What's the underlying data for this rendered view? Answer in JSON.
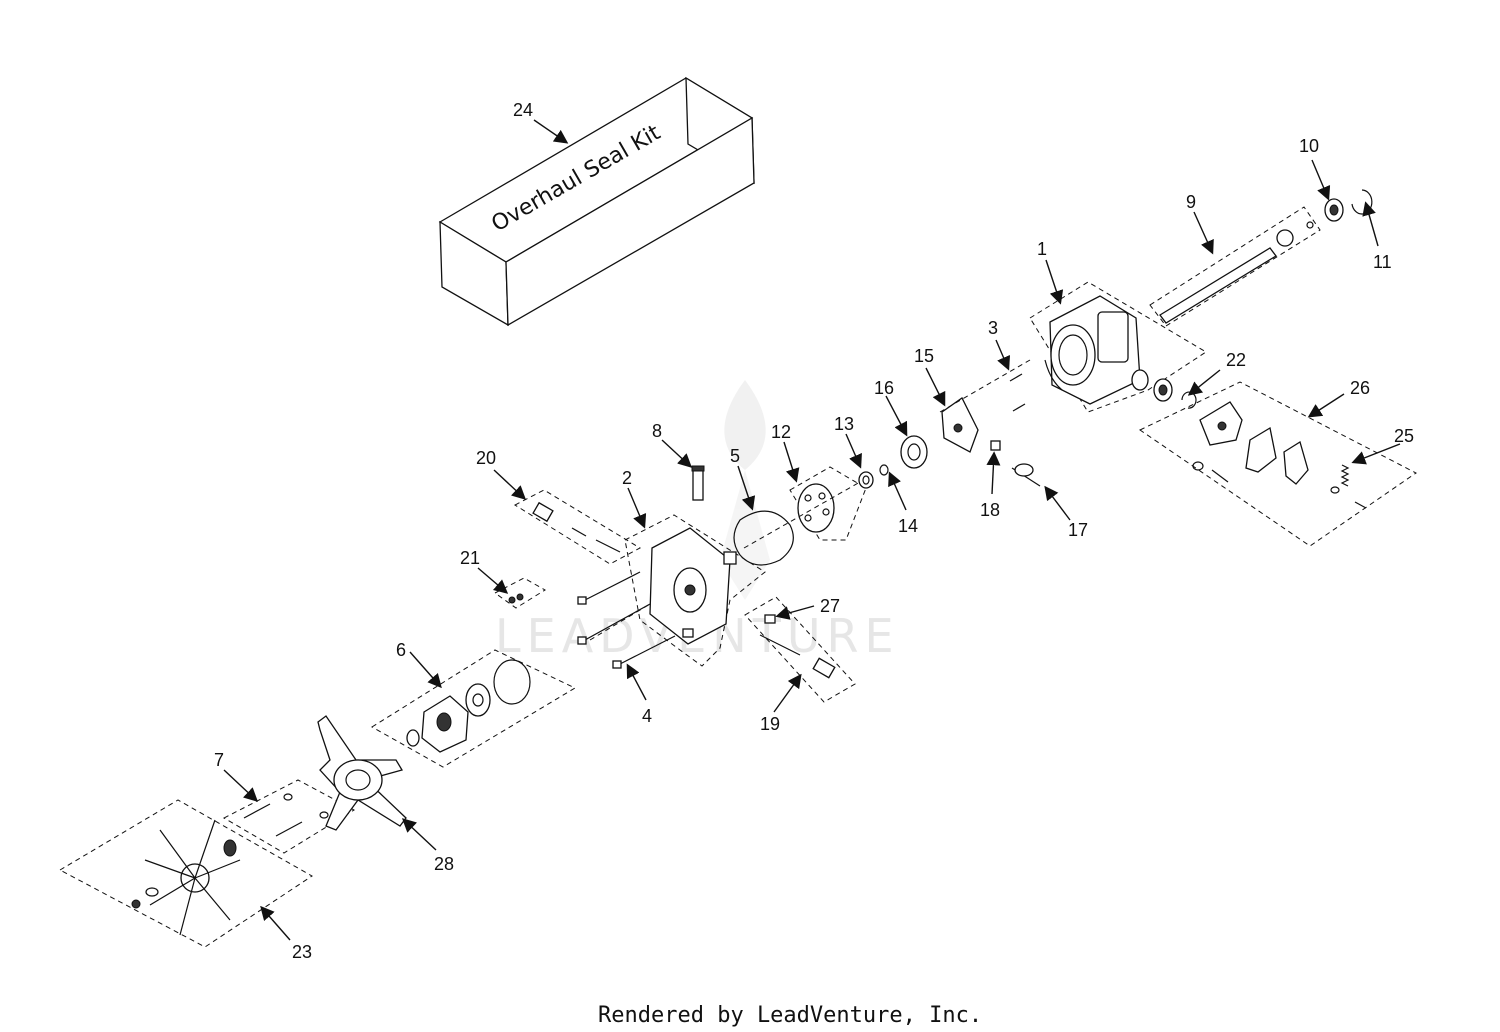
{
  "diagram": {
    "kit_label": "Overhaul Seal Kit",
    "watermark": "LEADVENTURE",
    "footer": "Rendered by LeadVenture, Inc.",
    "callouts": [
      "1",
      "2",
      "3",
      "4",
      "5",
      "6",
      "7",
      "8",
      "9",
      "10",
      "11",
      "12",
      "13",
      "14",
      "15",
      "16",
      "17",
      "18",
      "19",
      "20",
      "21",
      "22",
      "23",
      "24",
      "25",
      "26",
      "27",
      "28"
    ]
  }
}
